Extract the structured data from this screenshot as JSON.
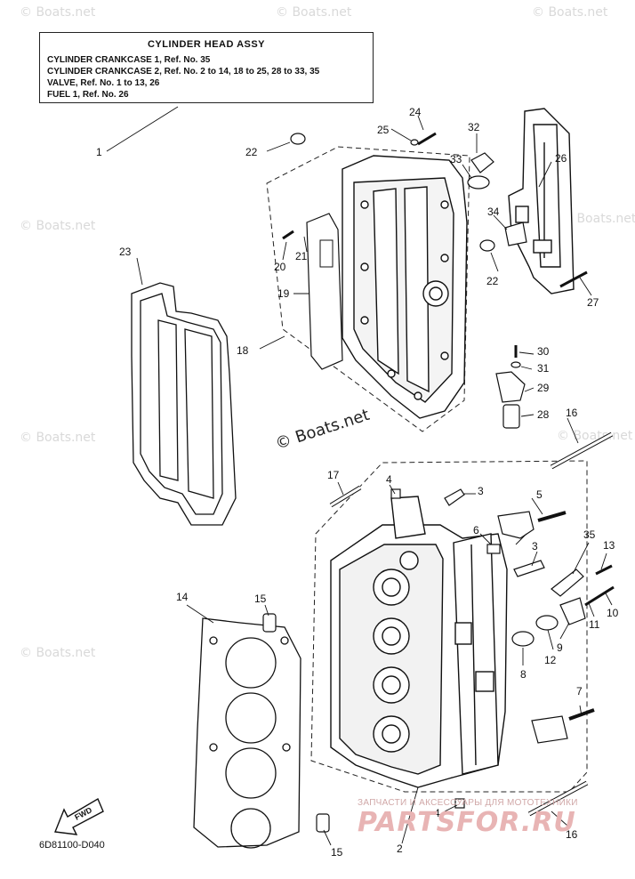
{
  "header": {
    "title": "CYLINDER HEAD ASSY",
    "lines": [
      "CYLINDER CRANKCASE 1,  Ref. No. 35",
      "CYLINDER CRANKCASE 2,  Ref. No. 2 to 14, 18 to 25, 28 to 33, 35",
      "VALVE,  Ref. No. 1 to 13, 26",
      "FUEL 1,  Ref. No. 26"
    ]
  },
  "callouts": [
    {
      "n": "1"
    },
    {
      "n": "2"
    },
    {
      "n": "3"
    },
    {
      "n": "3"
    },
    {
      "n": "4"
    },
    {
      "n": "4"
    },
    {
      "n": "5"
    },
    {
      "n": "6"
    },
    {
      "n": "7"
    },
    {
      "n": "8"
    },
    {
      "n": "9"
    },
    {
      "n": "10"
    },
    {
      "n": "11"
    },
    {
      "n": "12"
    },
    {
      "n": "13"
    },
    {
      "n": "14"
    },
    {
      "n": "15"
    },
    {
      "n": "15"
    },
    {
      "n": "16"
    },
    {
      "n": "16"
    },
    {
      "n": "17"
    },
    {
      "n": "18"
    },
    {
      "n": "19"
    },
    {
      "n": "20"
    },
    {
      "n": "21"
    },
    {
      "n": "22"
    },
    {
      "n": "22"
    },
    {
      "n": "23"
    },
    {
      "n": "24"
    },
    {
      "n": "25"
    },
    {
      "n": "26"
    },
    {
      "n": "27"
    },
    {
      "n": "28"
    },
    {
      "n": "29"
    },
    {
      "n": "30"
    },
    {
      "n": "31"
    },
    {
      "n": "32"
    },
    {
      "n": "33"
    },
    {
      "n": "34"
    },
    {
      "n": "35"
    }
  ],
  "fwd_label": "FWD",
  "doc_code": "6D81100-D040",
  "copyright": "© Boats.net",
  "watermark": "© Boats.net",
  "shop": {
    "tagline": "ЗАПЧАСТИ И АКСЕССУАРЫ ДЛЯ МОТОТЕХНИКИ",
    "logo": "PARTSFOR.RU"
  }
}
